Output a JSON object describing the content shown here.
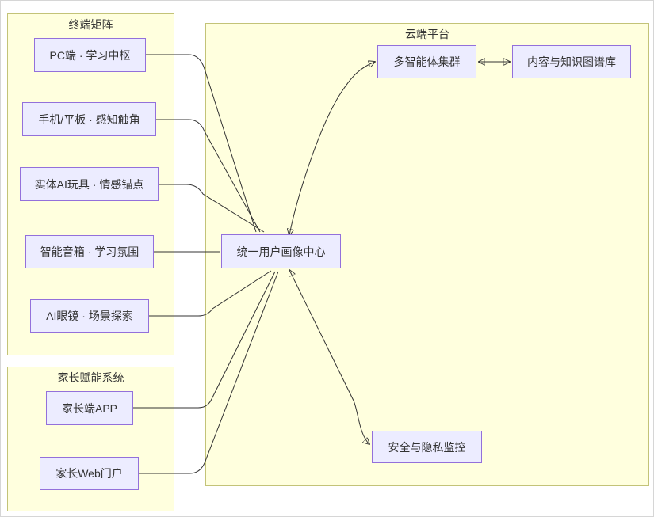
{
  "diagram": {
    "clusters": {
      "terminal_matrix": {
        "label": "终端矩阵"
      },
      "parent_system": {
        "label": "家长赋能系统"
      },
      "cloud_platform": {
        "label": "云端平台"
      }
    },
    "nodes": {
      "pc": {
        "label": "PC端 · 学习中枢"
      },
      "mobile": {
        "label": "手机/平板 · 感知触角"
      },
      "toy": {
        "label": "实体AI玩具 · 情感锚点"
      },
      "speaker": {
        "label": "智能音箱 · 学习氛围"
      },
      "glasses": {
        "label": "AI眼镜 · 场景探索"
      },
      "parent_app": {
        "label": "家长端APP"
      },
      "parent_web": {
        "label": "家长Web门户"
      },
      "agents": {
        "label": "多智能体集群"
      },
      "knowledge": {
        "label": "内容与知识图谱库"
      },
      "profile": {
        "label": "统一用户画像中心"
      },
      "security": {
        "label": "安全与隐私监控"
      }
    },
    "edges": [
      {
        "from": "pc",
        "to": "profile",
        "type": "plain-line"
      },
      {
        "from": "mobile",
        "to": "profile",
        "type": "plain-line"
      },
      {
        "from": "toy",
        "to": "profile",
        "type": "plain-line"
      },
      {
        "from": "speaker",
        "to": "profile",
        "type": "plain-line"
      },
      {
        "from": "glasses",
        "to": "profile",
        "type": "plain-line"
      },
      {
        "from": "parent_app",
        "to": "profile",
        "type": "plain-line"
      },
      {
        "from": "parent_web",
        "to": "profile",
        "type": "plain-line"
      },
      {
        "from": "profile",
        "to": "agents",
        "type": "bidirectional-arrow"
      },
      {
        "from": "profile",
        "to": "security",
        "type": "bidirectional-arrow"
      },
      {
        "from": "agents",
        "to": "knowledge",
        "type": "bidirectional-arrow"
      }
    ],
    "colors": {
      "node_fill": "#ECECFF",
      "node_border": "#9370DB",
      "cluster_fill": "#ffffde",
      "cluster_border": "#c3c378",
      "edge": "#333333",
      "text": "#333333"
    }
  }
}
